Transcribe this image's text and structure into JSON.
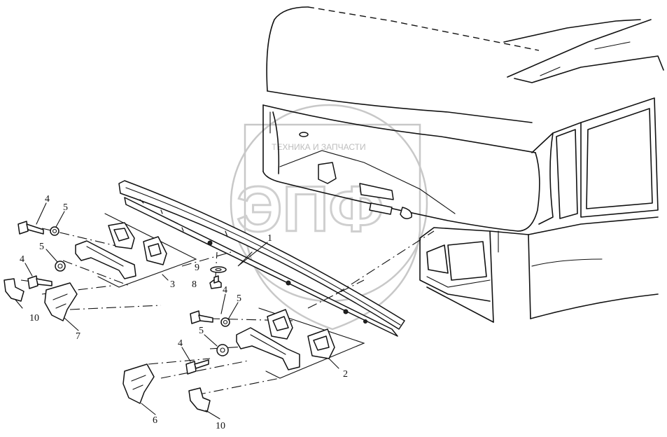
{
  "watermark": {
    "top_text": "ТЕХНИКА И ЗАПЧАСТИ",
    "logo_text": "ЭПФ"
  },
  "callouts": {
    "c1": "1",
    "c2": "2",
    "c3": "3",
    "c4a": "4",
    "c4b": "4",
    "c4c": "4",
    "c4d": "4",
    "c5a": "5",
    "c5b": "5",
    "c5c": "5",
    "c5d": "5",
    "c6": "6",
    "c7": "7",
    "c8": "8",
    "c9": "9",
    "c10a": "10",
    "c10b": "10"
  }
}
